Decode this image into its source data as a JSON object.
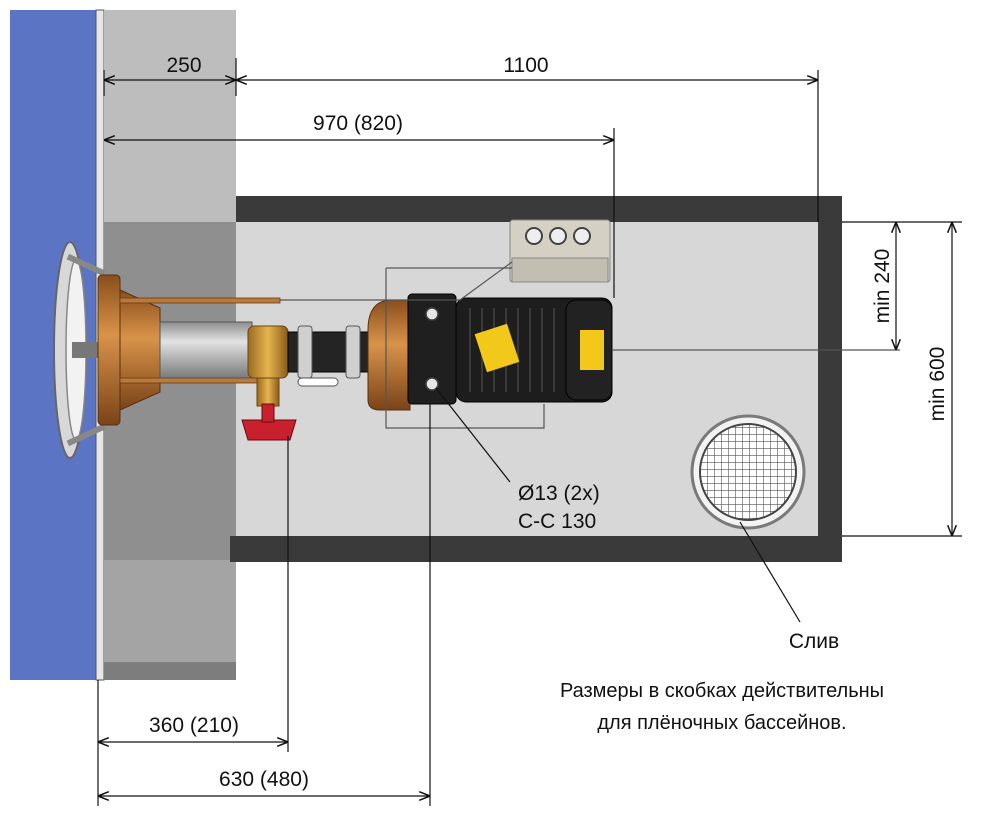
{
  "dimensions": {
    "wall_thickness": "250",
    "pump_offset": "1100",
    "inlet_length": "970 (820)",
    "pit_clearance": "min 240",
    "pit_width": "min 600",
    "valve_distance": "360 (210)",
    "motor_mount_distance": "630 (480)"
  },
  "callouts": {
    "mount_holes": "Ø13 (2x)",
    "hole_spacing": "C-C 130",
    "drain": "Слив"
  },
  "notes": {
    "line1": "Размеры в скобках действительны",
    "line2": "для плёночных бассейнов."
  },
  "colors": {
    "pool_wall": "#5b75c4",
    "concrete": "#a8a8a8",
    "pit_border": "#3a3a3a",
    "pit_floor": "#d7d7d7",
    "bronze": "#c07a36",
    "pipe": "#b8b8b8",
    "motor": "#1d1d1d",
    "valve_handle": "#c8202c",
    "warning_label": "#f2c81b"
  }
}
